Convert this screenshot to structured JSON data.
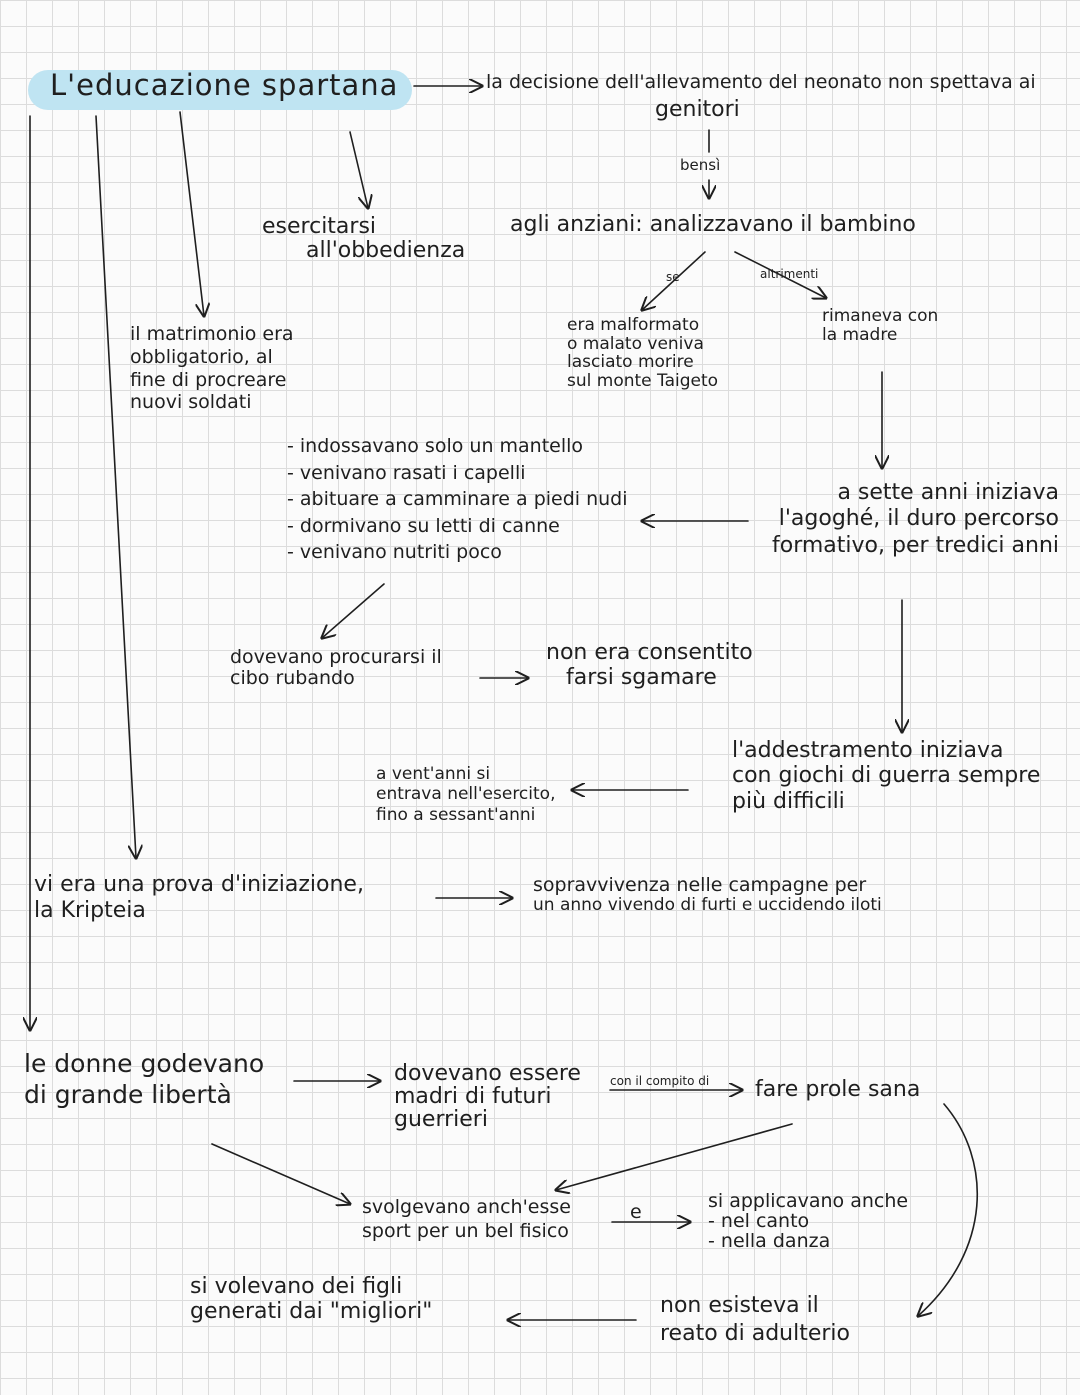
{
  "title": "L'educazione spartana",
  "branch_a": {
    "line1": "la decisione dell'allevamento del neonato non spettava ai",
    "line2": "genitori",
    "connector": "bensì",
    "line3": "agli anziani: analizzavano il bambino",
    "if_label": "se",
    "else_label": "altrimenti",
    "if_result": [
      "era malformato",
      "o malato veniva",
      "lasciato morire",
      "sul monte Taigeto"
    ],
    "else_result": [
      "rimaneva con",
      "la madre"
    ]
  },
  "obedience": [
    "esercitarsi",
    "all'obbedienza"
  ],
  "marriage": [
    "il matrimonio era",
    "obbligatorio, al",
    "fine di procreare",
    "nuovi soldati"
  ],
  "agoge": [
    "a sette anni iniziava",
    "l'agoghé, il duro percorso",
    "formativo, per tredici anni"
  ],
  "conditions": [
    "- indossavano solo un mantello",
    "- venivano rasati i capelli",
    "- abituare a camminare a piedi nudi",
    "- dormivano su letti di canne",
    "- venivano nutriti poco"
  ],
  "food": [
    "dovevano procurarsi il",
    "cibo rubando"
  ],
  "not_allowed": [
    "non era consentito",
    "farsi sgamare"
  ],
  "training": [
    "l'addestramento iniziava",
    "con giochi di guerra sempre",
    "più difficili"
  ],
  "army": [
    "a vent'anni si",
    "entrava nell'esercito,",
    "fino a sessant'anni"
  ],
  "initiation": [
    "vi era una prova d'iniziazione,",
    "la Kripteia"
  ],
  "survival": [
    "sopravvivenza nelle campagne per",
    "un anno vivendo di furti e uccidendo iloti"
  ],
  "women": [
    "le donne godevano",
    "di grande libertà"
  ],
  "mothers": [
    "dovevano essere",
    "madri di futuri",
    "guerrieri"
  ],
  "task_label": "con il compito di",
  "healthy": "fare prole sana",
  "sport": [
    "svolgevano anch'esse",
    "sport per un bel fisico"
  ],
  "and_label": "e",
  "arts": [
    "si applicavano anche",
    "- nel canto",
    "- nella danza"
  ],
  "best": [
    "si volevano dei figli",
    "generati dai \"migliori\""
  ],
  "adultery": [
    "non esisteva il",
    "reato di adulterio"
  ]
}
